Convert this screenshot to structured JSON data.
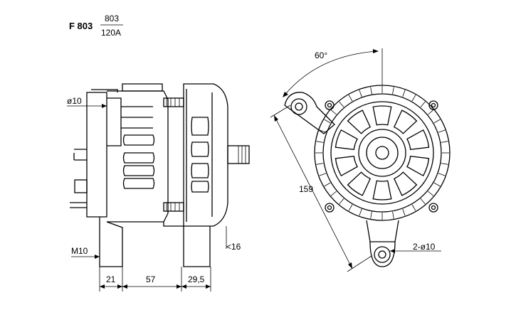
{
  "header": {
    "model_code": "F 803",
    "fraction_top": "803",
    "fraction_bottom": "120A"
  },
  "side_view": {
    "shaft_diameter": "ø10",
    "thread": "M10",
    "dim_a": "21",
    "dim_b": "57",
    "dim_c": "29,5",
    "dim_d": "<16"
  },
  "front_view": {
    "angle": "60°",
    "diagonal": "159",
    "holes": "2-ø10"
  }
}
